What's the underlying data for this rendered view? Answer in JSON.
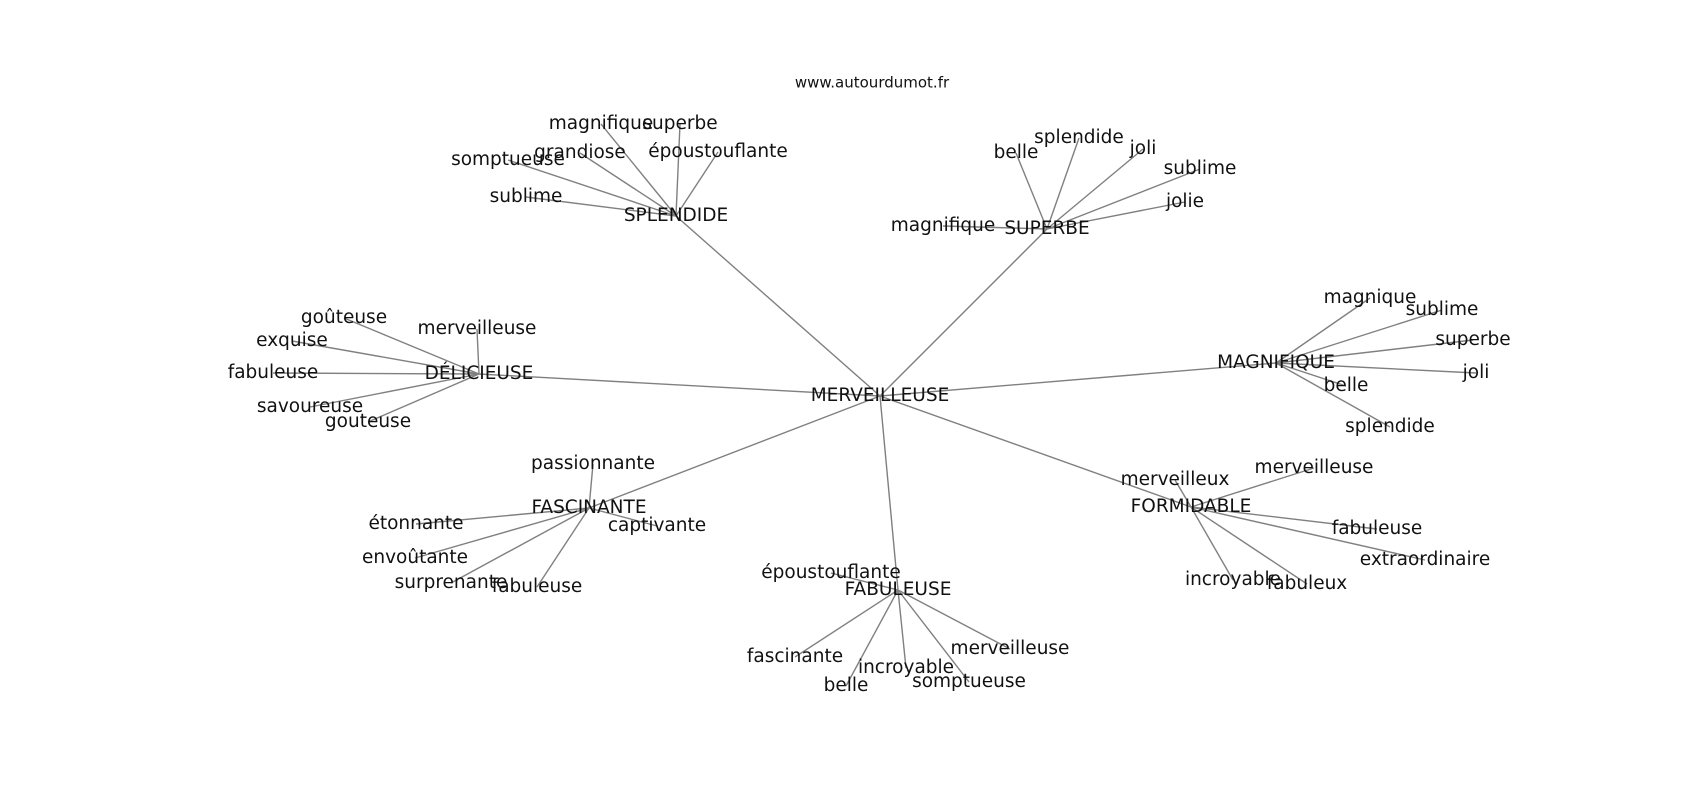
{
  "header": {
    "site": "www.autourdumot.fr"
  },
  "graph": {
    "center": "MERVEILLEUSE",
    "clusters": [
      {
        "label": "SPLENDIDE",
        "words": [
          "magnifique",
          "superbe",
          "grandiose",
          "époustouflante",
          "somptueuse",
          "sublime"
        ]
      },
      {
        "label": "SUPERBE",
        "words": [
          "belle",
          "splendide",
          "joli",
          "sublime",
          "jolie",
          "magnifique"
        ]
      },
      {
        "label": "DÉLICIEUSE",
        "words": [
          "goûteuse",
          "merveilleuse",
          "exquise",
          "fabuleuse",
          "savoureuse",
          "gouteuse"
        ]
      },
      {
        "label": "MAGNIFIQUE",
        "words": [
          "magnique",
          "sublime",
          "superbe",
          "joli",
          "belle",
          "splendide"
        ]
      },
      {
        "label": "FASCINANTE",
        "words": [
          "passionnante",
          "étonnante",
          "captivante",
          "envoûtante",
          "surprenante",
          "fabuleuse"
        ]
      },
      {
        "label": "FABULEUSE",
        "words": [
          "époustouflante",
          "fascinante",
          "incroyable",
          "belle",
          "somptueuse",
          "merveilleuse"
        ]
      },
      {
        "label": "FORMIDABLE",
        "words": [
          "merveilleux",
          "merveilleuse",
          "fabuleuse",
          "extraordinaire",
          "incroyable",
          "fabuleux"
        ]
      }
    ]
  }
}
